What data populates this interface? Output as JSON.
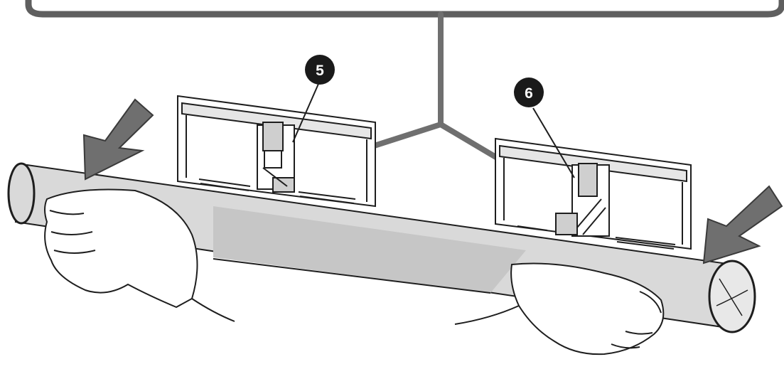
{
  "callouts": [
    {
      "id": "5",
      "label": "5"
    },
    {
      "id": "6",
      "label": "6"
    }
  ],
  "colors": {
    "banner_stroke": "#5f5f5f",
    "arrow_fill": "#6f6f6f",
    "arrow_stroke": "#3a3a3a",
    "callout_fill": "#1a1a1a",
    "tube_fill": "#d9d9d9",
    "tube_shadow": "#bdbdbd",
    "line": "#1e1e1e"
  },
  "icons": [
    "push-down-arrow-icon",
    "pointer-arrow-icon"
  ]
}
